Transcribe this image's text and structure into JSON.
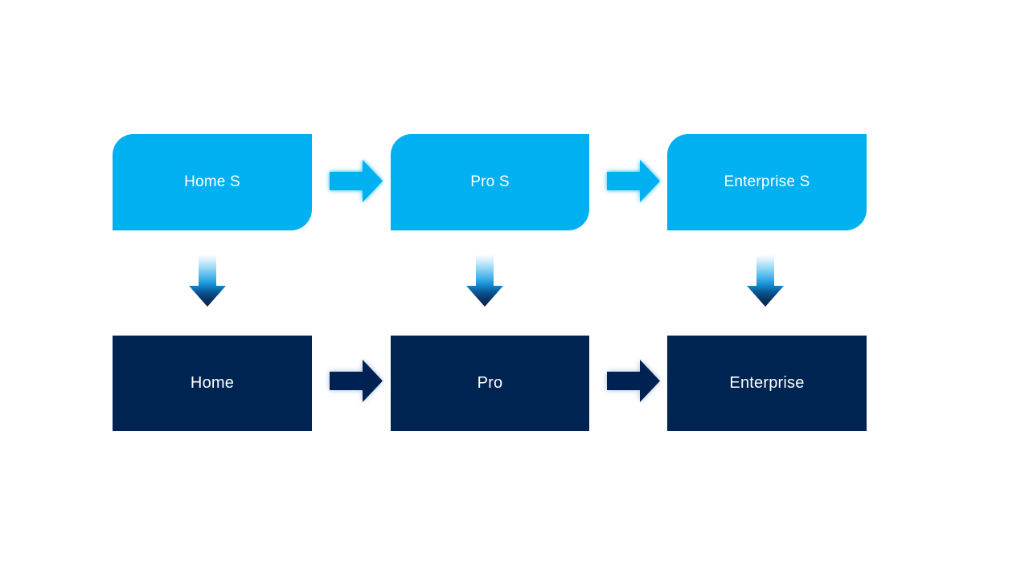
{
  "diagram": {
    "description": "Upgrade path diagram: S-mode editions flowing to full editions",
    "nodes": {
      "top": [
        "Home S",
        "Pro S",
        "Enterprise S"
      ],
      "bottom": [
        "Home",
        "Pro",
        "Enterprise"
      ]
    },
    "connections": {
      "horizontal_top": [
        "Home S → Pro S",
        "Pro S → Enterprise S"
      ],
      "horizontal_bottom": [
        "Home → Pro",
        "Pro → Enterprise"
      ],
      "vertical": [
        "Home S → Home",
        "Pro S → Pro",
        "Enterprise S → Enterprise"
      ]
    },
    "colors": {
      "top_box_fill": "#00B0F0",
      "bottom_box_fill": "#002452",
      "top_arrow_fill": "#00B0F0",
      "top_arrow_glow": "#00B0F0",
      "bottom_arrow_fill": "#002452",
      "bottom_arrow_glow": "#7A9CC6",
      "down_arrow_gradient_top": "#F8FCFF",
      "down_arrow_gradient_mid": "#34A9E5",
      "down_arrow_gradient_bottom": "#0C2244",
      "label_text": "#FFFFFF",
      "background": "#FFFFFF"
    }
  }
}
